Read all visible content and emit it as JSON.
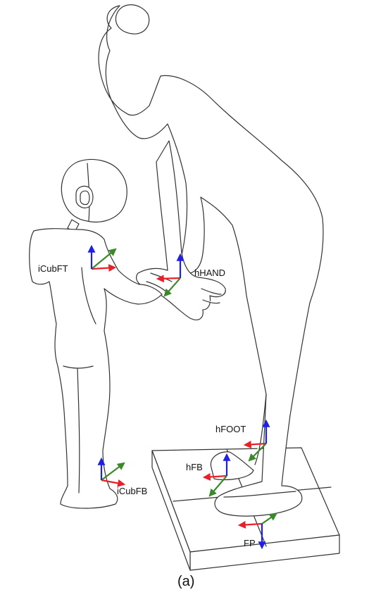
{
  "labels": {
    "icub_ft": "iCubFT",
    "h_hand": "hHAND",
    "h_foot": "hFOOT",
    "h_fb": "hFB",
    "icub_fb": "iCubFB",
    "fp": "FP"
  },
  "caption": "(a)",
  "colors": {
    "x_axis": "#e8202a",
    "y_axis": "#3a8a2a",
    "z_axis": "#2020e0",
    "outline": "#333333"
  }
}
